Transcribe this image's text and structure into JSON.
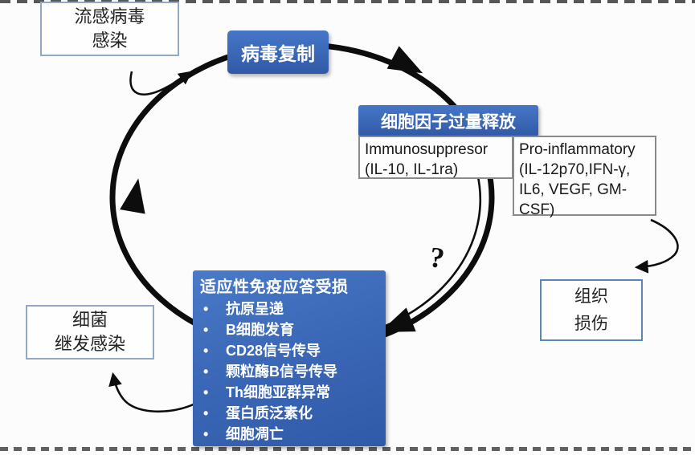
{
  "diagram": {
    "bullet_char": "•",
    "boxes": {
      "influenza_infection": {
        "line1": "流感病毒",
        "line2": "感染"
      },
      "virus_replication": {
        "label": "病毒复制"
      },
      "cytokine_release": {
        "label": "细胞因子过量释放"
      },
      "immunosuppressor": {
        "line1": "Immunosuppresor",
        "line2": "(IL-10, IL-1ra)"
      },
      "pro_inflammatory": {
        "line1": "Pro-inflammatory",
        "line2": "(IL-12p70,IFN-γ,",
        "line3": "IL6, VEGF, GM-",
        "line4": "CSF)"
      },
      "adaptive_immune": {
        "title": "适应性免疫应答受损",
        "items": [
          "抗原呈递",
          "B细胞发育",
          "CD28信号传导",
          "颗粒酶B信号传导",
          "Th细胞亚群异常",
          "蛋白质泛素化",
          "细胞凋亡"
        ]
      },
      "bacterial_infection": {
        "line1": "细菌",
        "line2": "继发感染"
      },
      "tissue_damage": {
        "line1": "组织",
        "line2": "损伤"
      }
    },
    "annotations": {
      "question_mark": "?"
    },
    "colors": {
      "blue_box": "#3a67b6",
      "blue_box_light": "#4a7ac8",
      "white_box_border": "#8fa9c7",
      "gray_box_border": "#8a8a8a",
      "arrow_black": "#0d0d0d"
    }
  }
}
